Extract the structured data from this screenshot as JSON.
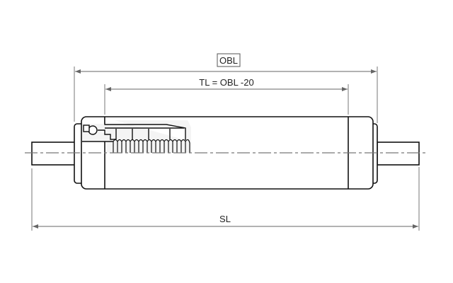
{
  "dimensions": {
    "overall_label": "OBL",
    "tube_label": "TL = OBL -20",
    "shaft_label": "SL"
  },
  "colors": {
    "line": "#111111",
    "dim": "#666666"
  }
}
